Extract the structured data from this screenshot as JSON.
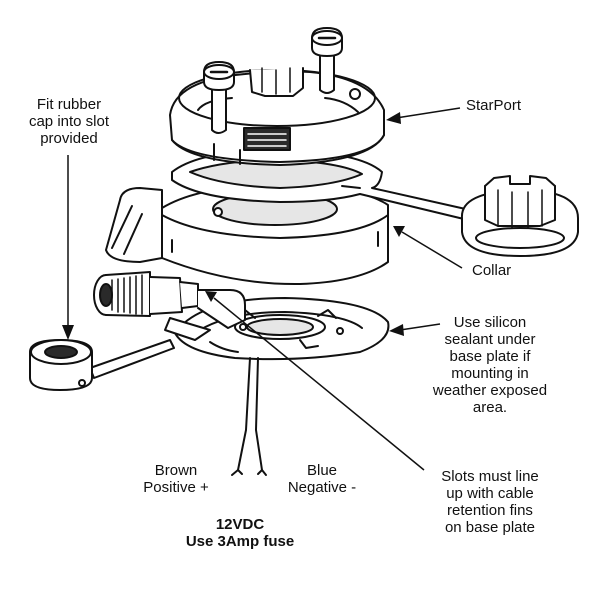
{
  "labels": {
    "fit_cap": [
      "Fit rubber",
      "cap into slot",
      "provided"
    ],
    "starport": "StarPort",
    "collar": "Collar",
    "silicon": [
      "Use silicon",
      "sealant under",
      "base plate if",
      "mounting in",
      "weather exposed",
      "area."
    ],
    "slots": [
      "Slots must line",
      "up with cable",
      "retention fins",
      "on base plate"
    ],
    "brown": [
      "Brown",
      "Positive +"
    ],
    "blue": [
      "Blue",
      "Negative -"
    ],
    "power": [
      "12VDC",
      "Use 3Amp fuse"
    ]
  },
  "colors": {
    "line": "#111111",
    "fill": "#ffffff",
    "shade": "#e6e6e6",
    "dark": "#2a2a2a"
  }
}
